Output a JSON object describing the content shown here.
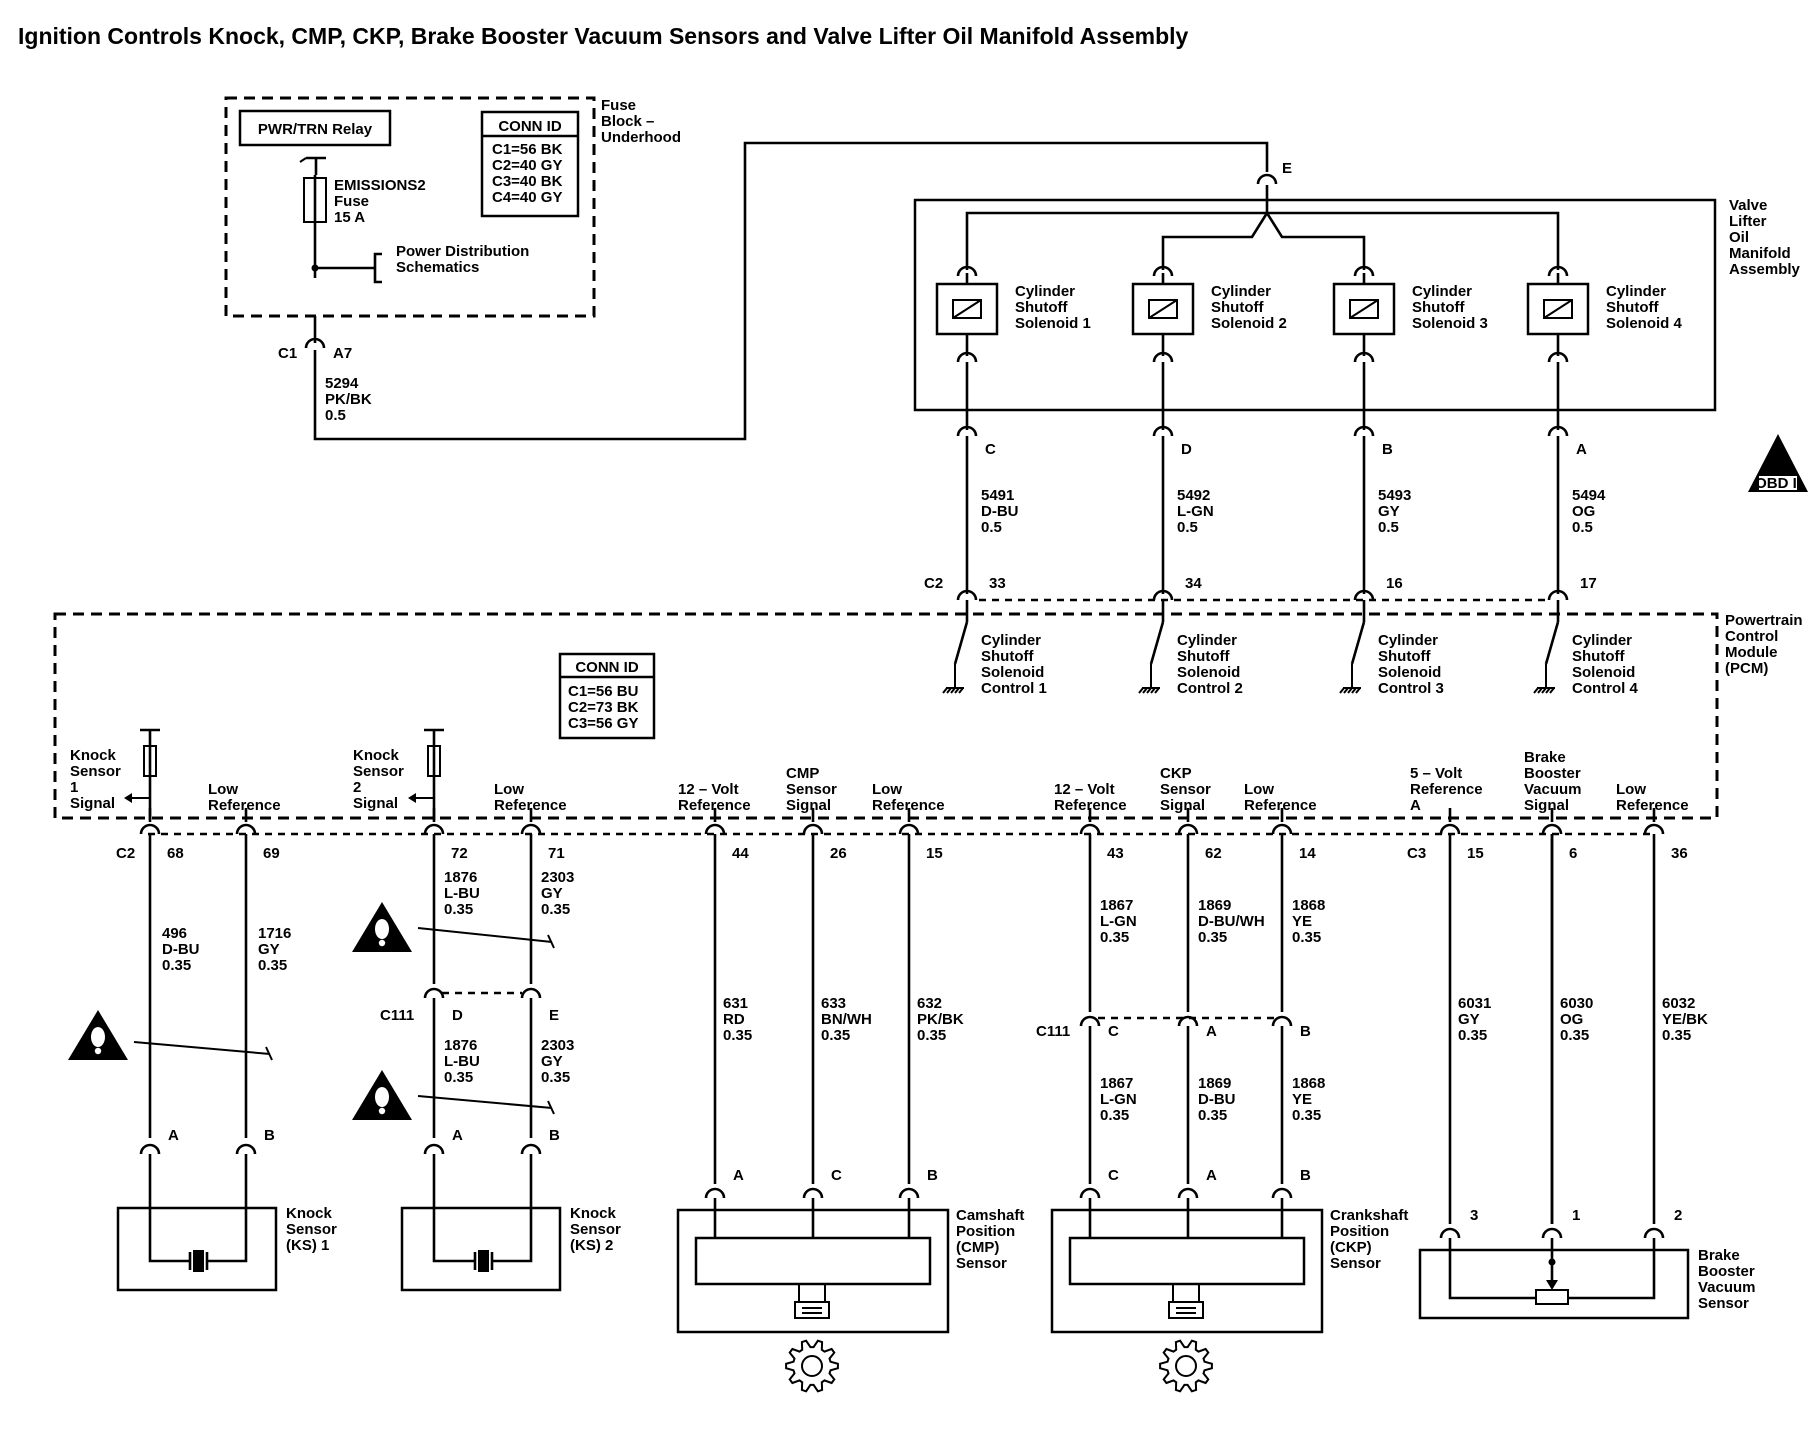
{
  "title": "Ignition Controls Knock, CMP, CKP, Brake Booster Vacuum Sensors and Valve Lifter Oil Manifold Assembly",
  "fuse_block": {
    "name": [
      "Fuse",
      "Block –",
      "Underhood"
    ],
    "relay": "PWR/TRN Relay",
    "fuse": [
      "EMISSIONS2",
      "Fuse",
      "15 A"
    ],
    "power_dist": [
      "Power Distribution",
      "Schematics"
    ],
    "conn_id_title": "CONN ID",
    "conn_ids": [
      "C1=56 BK",
      "C2=40 GY",
      "C3=40 BK",
      "C4=40 GY"
    ],
    "connector": "C1",
    "pin": "A7"
  },
  "feed_wire": [
    "5294",
    "PK/BK",
    "0.5"
  ],
  "splice": "E",
  "vlom": {
    "name": [
      "Valve",
      "Lifter",
      "Oil",
      "Manifold",
      "Assembly"
    ],
    "solenoids": [
      {
        "label": [
          "Cylinder",
          "Shutoff",
          "Solenoid 1"
        ],
        "pin": "C",
        "wire": [
          "5491",
          "D-BU",
          "0.5"
        ],
        "pcm_pin": "33",
        "ctrl": [
          "Cylinder",
          "Shutoff",
          "Solenoid",
          "Control 1"
        ]
      },
      {
        "label": [
          "Cylinder",
          "Shutoff",
          "Solenoid 2"
        ],
        "pin": "D",
        "wire": [
          "5492",
          "L-GN",
          "0.5"
        ],
        "pcm_pin": "34",
        "ctrl": [
          "Cylinder",
          "Shutoff",
          "Solenoid",
          "Control 2"
        ]
      },
      {
        "label": [
          "Cylinder",
          "Shutoff",
          "Solenoid 3"
        ],
        "pin": "B",
        "wire": [
          "5493",
          "GY",
          "0.5"
        ],
        "pcm_pin": "16",
        "ctrl": [
          "Cylinder",
          "Shutoff",
          "Solenoid",
          "Control 3"
        ]
      },
      {
        "label": [
          "Cylinder",
          "Shutoff",
          "Solenoid 4"
        ],
        "pin": "A",
        "wire": [
          "5494",
          "OG",
          "0.5"
        ],
        "pcm_pin": "17",
        "ctrl": [
          "Cylinder",
          "Shutoff",
          "Solenoid",
          "Control 4"
        ]
      }
    ]
  },
  "obd_badge": "OBD II",
  "pcm": {
    "name": [
      "Powertrain",
      "Control",
      "Module",
      "(PCM)"
    ],
    "conn_id_title": "CONN ID",
    "conn_ids": [
      "C1=56 BU",
      "C2=73 BK",
      "C3=56 GY"
    ],
    "conn_c2": "C2",
    "conn_c3": "C3"
  },
  "inline_conn": "C111",
  "knock1": {
    "sig": [
      "Knock",
      "Sensor",
      "1",
      "Signal"
    ],
    "lowref": [
      "Low",
      "Reference"
    ],
    "pins": [
      "68",
      "69"
    ],
    "wires": [
      [
        "496",
        "D-BU",
        "0.35"
      ],
      [
        "1716",
        "GY",
        "0.35"
      ]
    ],
    "sensor_pins": [
      "A",
      "B"
    ],
    "sensor": [
      "Knock",
      "Sensor",
      "(KS) 1"
    ]
  },
  "knock2": {
    "sig": [
      "Knock",
      "Sensor",
      "2",
      "Signal"
    ],
    "lowref": [
      "Low",
      "Reference"
    ],
    "pins": [
      "72",
      "71"
    ],
    "wires_top": [
      [
        "1876",
        "L-BU",
        "0.35"
      ],
      [
        "2303",
        "GY",
        "0.35"
      ]
    ],
    "c111_pins": [
      "D",
      "E"
    ],
    "wires_bottom": [
      [
        "1876",
        "L-BU",
        "0.35"
      ],
      [
        "2303",
        "GY",
        "0.35"
      ]
    ],
    "sensor_pins": [
      "A",
      "B"
    ],
    "sensor": [
      "Knock",
      "Sensor",
      "(KS) 2"
    ]
  },
  "cmp": {
    "labels": [
      [
        "12 – Volt",
        "Reference"
      ],
      [
        "CMP",
        "Sensor",
        "Signal"
      ],
      [
        "Low",
        "Reference"
      ]
    ],
    "pins": [
      "44",
      "26",
      "15"
    ],
    "wires": [
      [
        "631",
        "RD",
        "0.35"
      ],
      [
        "633",
        "BN/WH",
        "0.35"
      ],
      [
        "632",
        "PK/BK",
        "0.35"
      ]
    ],
    "sensor_pins": [
      "A",
      "C",
      "B"
    ],
    "sensor": [
      "Camshaft",
      "Position",
      "(CMP)",
      "Sensor"
    ]
  },
  "ckp": {
    "labels": [
      [
        "12 – Volt",
        "Reference"
      ],
      [
        "CKP",
        "Sensor",
        "Signal"
      ],
      [
        "Low",
        "Reference"
      ]
    ],
    "pins": [
      "43",
      "62",
      "14"
    ],
    "wires_top": [
      [
        "1867",
        "L-GN",
        "0.35"
      ],
      [
        "1869",
        "D-BU/WH",
        "0.35"
      ],
      [
        "1868",
        "YE",
        "0.35"
      ]
    ],
    "c111_pins": [
      "C",
      "A",
      "B"
    ],
    "wires_bottom": [
      [
        "1867",
        "L-GN",
        "0.35"
      ],
      [
        "1869",
        "D-BU",
        "0.35"
      ],
      [
        "1868",
        "YE",
        "0.35"
      ]
    ],
    "sensor_pins": [
      "C",
      "A",
      "B"
    ],
    "sensor": [
      "Crankshaft",
      "Position",
      "(CKP)",
      "Sensor"
    ]
  },
  "bbv": {
    "labels": [
      [
        "5 – Volt",
        "Reference",
        "A"
      ],
      [
        "Brake",
        "Booster",
        "Vacuum",
        "Signal"
      ],
      [
        "Low",
        "Reference"
      ]
    ],
    "pins": [
      "15",
      "6",
      "36"
    ],
    "wires": [
      [
        "6031",
        "GY",
        "0.35"
      ],
      [
        "6030",
        "OG",
        "0.35"
      ],
      [
        "6032",
        "YE/BK",
        "0.35"
      ]
    ],
    "sensor_pins": [
      "3",
      "1",
      "2"
    ],
    "sensor": [
      "Brake",
      "Booster",
      "Vacuum",
      "Sensor"
    ]
  },
  "icons": [
    "fuse-icon",
    "relay-icon",
    "solenoid-icon",
    "ground-icon",
    "switch-icon",
    "connector-icon",
    "warning-icon",
    "gear-icon",
    "piezo-crystal-icon",
    "potentiometer-icon",
    "obd-ii-icon"
  ]
}
